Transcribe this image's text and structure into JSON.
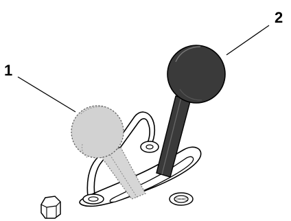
{
  "callouts": [
    {
      "label": "1",
      "target": "neutral-position-lever-ghost"
    },
    {
      "label": "2",
      "target": "engaged-position-lever"
    }
  ],
  "colors": {
    "line": "#000000",
    "ghost_fill": "#d0d0d0",
    "ghost_stroke": "#777777",
    "knob_fill": "#3a3a3a",
    "background": "#ffffff"
  }
}
